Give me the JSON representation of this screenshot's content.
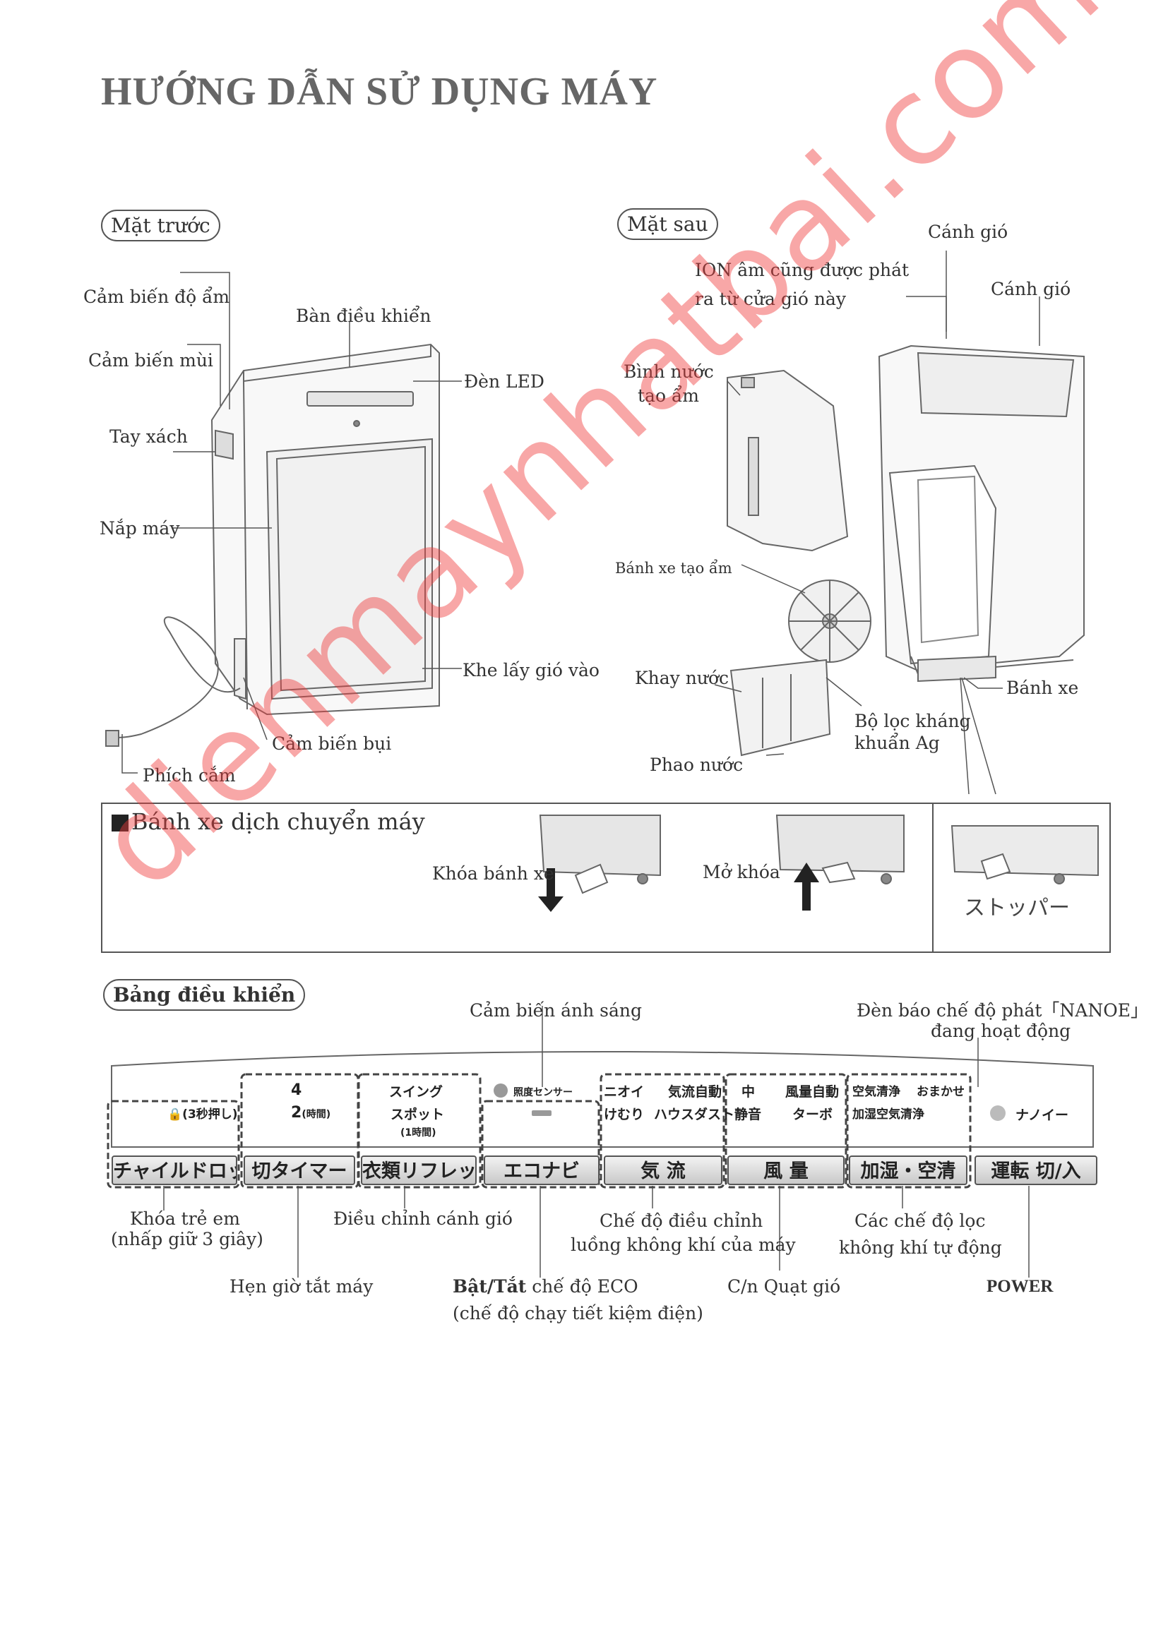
{
  "title": "HƯỚNG DẪN SỬ DỤNG MÁY",
  "front": {
    "heading": "Mặt trước",
    "labels": {
      "humidity_sensor": "Cảm biến độ ẩm",
      "control_panel": "Bàn điều khiển",
      "odor_sensor": "Cảm biến mùi",
      "led": "Đèn LED",
      "handle": "Tay xách",
      "cover": "Nắp máy",
      "air_inlet": "Khe lấy gió vào",
      "dust_sensor": "Cảm biến bụi",
      "plug": "Phích cắm"
    }
  },
  "back": {
    "heading": "Mặt sau",
    "labels": {
      "vane_top": "Cánh gió",
      "ion_line1": "ION âm cũng được phát",
      "ion_line2": "ra từ cửa gió này",
      "vane_right": "Cánh gió",
      "tank_line1": "Bình nước",
      "tank_line2": "tạo ẩm",
      "wheel": "Bánh xe tạo ẩm",
      "tray": "Khay nước",
      "filter_line1": "Bộ lọc  kháng",
      "filter_line2": "khuẩn Ag",
      "caster": "Bánh xe",
      "float": "Phao nước"
    }
  },
  "caster_box": {
    "heading": "Bánh xe dịch chuyển máy",
    "lock": "Khóa bánh xe",
    "unlock": "Mở khóa",
    "stopper": "ストッパー"
  },
  "panel": {
    "heading": "Bảng điều khiển",
    "light_sensor": "Cảm biến ánh sáng",
    "nanoe_line1": "Đèn báo chế độ phát「NANOE」",
    "nanoe_line2": "đang hoạt động",
    "top": {
      "lock_sub": "(3秒押し)",
      "timer_4": "4",
      "timer_2": "2",
      "timer_2_sub": "(時間)",
      "swing": "スイング",
      "spot": "スポット",
      "spot_sub": "(1時間)",
      "light_sensor_jp": "照度センサー",
      "odor": "ニオイ",
      "smoke": "けむり",
      "airflow_auto": "気流自動",
      "house_dust": "ハウスダスト",
      "medium": "中",
      "quiet": "静音",
      "volume_auto": "風量自動",
      "turbo": "ターボ",
      "air_clean": "空気清浄",
      "omakase": "おまかせ",
      "humid_clean": "加湿空気清浄",
      "nanoe": "ナノイー"
    },
    "buttons": {
      "child_lock": "チャイルドロック",
      "off_timer": "切タイマー",
      "clothes_refresh": "衣類リフレッシュ",
      "eco_navi": "エコナビ",
      "airflow": "気 流",
      "volume": "風 量",
      "humidify_clean": "加湿・空清",
      "power": "運転 切/入"
    },
    "labels": {
      "child_lock_line1": "Khóa trẻ em",
      "child_lock_line2": "(nhấp giữ 3 giây)",
      "vane_adjust": "Điều chỉnh cánh gió",
      "off_timer": "Hẹn giờ tắt máy",
      "eco_bold": "Bật/Tắt",
      "eco_rest": " chế độ ECO",
      "eco_line2": "(chế độ chạy tiết kiệm điện)",
      "airflow_line1": "Chế độ điều chỉnh",
      "airflow_line2": "luồng không khí của máy",
      "fan": "C/n Quạt gió",
      "filter_line1": "Các chế độ lọc",
      "filter_line2": "không khí tự động",
      "power": "POWER"
    }
  },
  "watermark": "dienmaynhatbai.com",
  "colors": {
    "text": "#333333",
    "title": "#666666",
    "watermark": "#f03c3c"
  }
}
